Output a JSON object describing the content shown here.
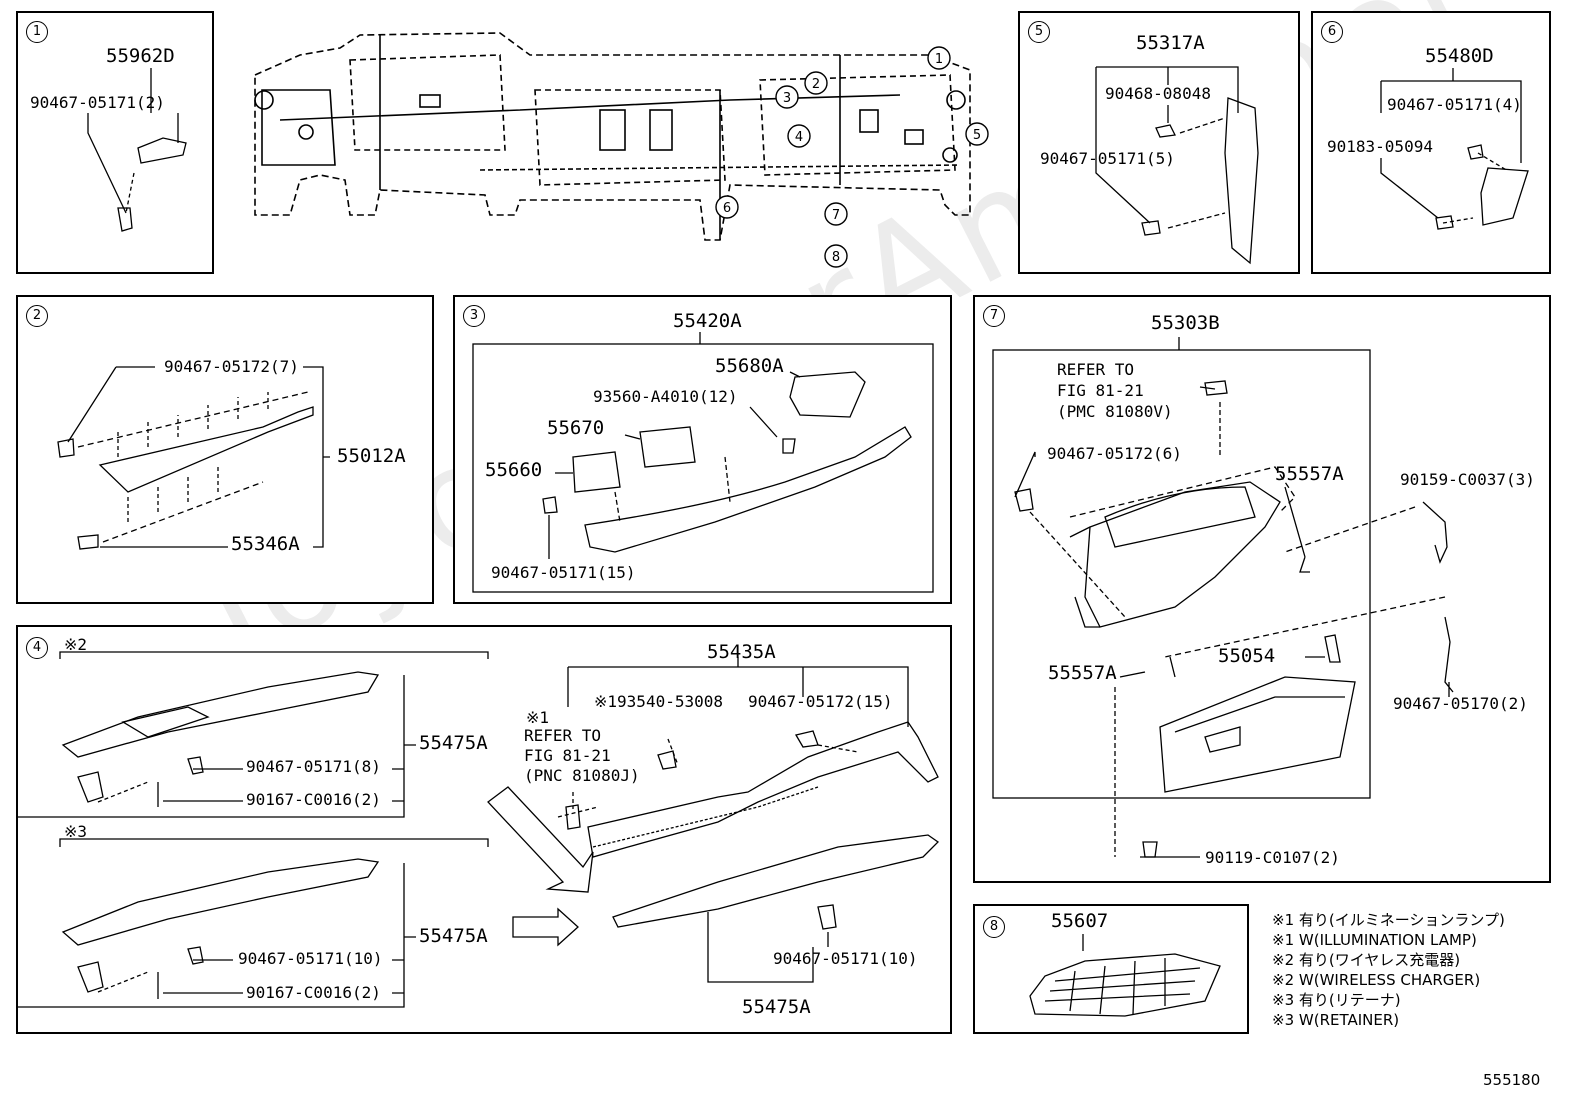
{
  "watermark": "ToyotaCarAmie.net",
  "figure_code": "555180",
  "overview": {
    "callouts": [
      "1",
      "2",
      "3",
      "4",
      "5",
      "6",
      "7",
      "8"
    ]
  },
  "panel1": {
    "num": "1",
    "part": "55962D",
    "clip": "90467-05171(2)"
  },
  "panel5": {
    "num": "5",
    "part": "55317A",
    "c1": "90468-08048",
    "c2": "90467-05171(5)"
  },
  "panel6": {
    "num": "6",
    "part": "55480D",
    "c1": "90467-05171(4)",
    "c2": "90183-05094"
  },
  "panel2": {
    "num": "2",
    "c1": "90467-05172(7)",
    "part": "55012A",
    "part2": "55346A"
  },
  "panel3": {
    "num": "3",
    "assy": "55420A",
    "p1": "55680A",
    "c1": "93560-A4010(12)",
    "p2": "55670",
    "p3": "55660",
    "c2": "90467-05171(15)"
  },
  "panel7": {
    "num": "7",
    "assy": "55303B",
    "refer": [
      "REFER TO",
      "FIG 81-21",
      "(PMC 81080V)"
    ],
    "c1": "90467-05172(6)",
    "p1": "55557A",
    "c2": "90159-C0037(3)",
    "p2": "55557A",
    "p3": "55054",
    "c3": "90467-05170(2)",
    "c4": "90119-C0107(2)"
  },
  "panel4": {
    "num": "4",
    "m2": "※2",
    "m3": "※3",
    "p1": "55475A",
    "c1": "90467-05171(8)",
    "c2": "90167-C0016(2)",
    "p2": "55475A",
    "c3": "90467-05171(10)",
    "c4": "90167-C0016(2)",
    "assy": "55435A",
    "m1": "※1",
    "refer": [
      "REFER TO",
      "FIG 81-21",
      "(PNC 81080J)"
    ],
    "c5": "※193540-53008",
    "c6": "90467-05172(15)",
    "c7": "90467-05171(10)",
    "p3": "55475A"
  },
  "panel8": {
    "num": "8",
    "part": "55607"
  },
  "notes": [
    "※1 有り(イルミネーションランプ)",
    "※1 W(ILLUMINATION LAMP)",
    "※2 有り(ワイヤレス充電器)",
    "※2 W(WIRELESS CHARGER)",
    "※3 有り(リテーナ)",
    "※3 W(RETAINER)"
  ]
}
